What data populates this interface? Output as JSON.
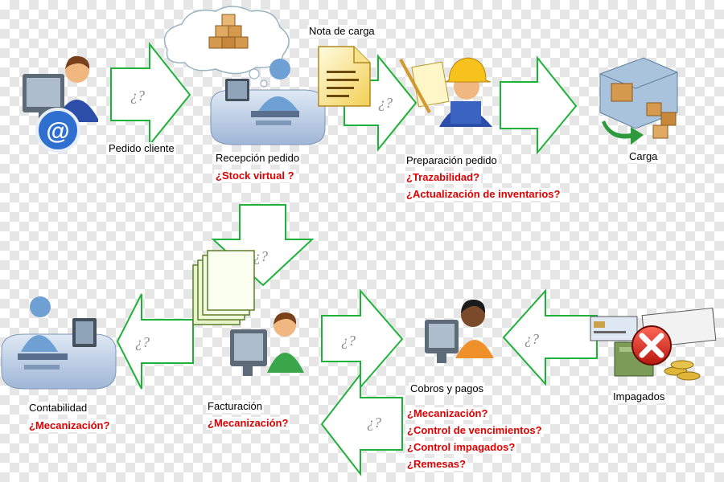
{
  "colors": {
    "arrow_stroke": "#1fb23a",
    "question_red": "#e00000",
    "arrow_text": "#8a8a8a"
  },
  "arrow_mark": "¿?",
  "nodes": {
    "pedido_cliente": {
      "label": "Pedido cliente"
    },
    "recepcion": {
      "label": "Recepción pedido",
      "questions": [
        "¿Stock virtual ?"
      ]
    },
    "nota_carga": {
      "label": "Nota de carga"
    },
    "preparacion": {
      "label": "Preparación pedido",
      "questions": [
        "¿Trazabilidad?",
        "¿Actualización de inventarios?"
      ]
    },
    "carga": {
      "label": "Carga"
    },
    "contabilidad": {
      "label": "Contabilidad",
      "questions": [
        "¿Mecanización?"
      ]
    },
    "facturacion": {
      "label": "Facturación",
      "questions": [
        "¿Mecanización?"
      ]
    },
    "cobros": {
      "label": "Cobros y pagos",
      "questions": [
        "¿Mecanización?",
        "¿Control de vencimientos?",
        "¿Control impagados?",
        "¿Remesas?"
      ]
    },
    "impagados": {
      "label": "Impagados"
    }
  },
  "icons": {
    "pedido_cliente": "user-at-computer-email-icon",
    "recepcion": "desk-operator-icon",
    "boxes": "boxes-icon",
    "thought_cloud": "thought-cloud-icon",
    "nota_carga": "document-icon",
    "preparacion": "warehouse-worker-icon",
    "carga": "delivery-truck-icon",
    "contabilidad": "accountant-desk-icon",
    "facturacion": "invoice-stack-icon",
    "facturacion_user": "user-at-computer-icon",
    "cobros": "user-at-computer-icon",
    "impagados": "unpaid-checks-icon"
  }
}
